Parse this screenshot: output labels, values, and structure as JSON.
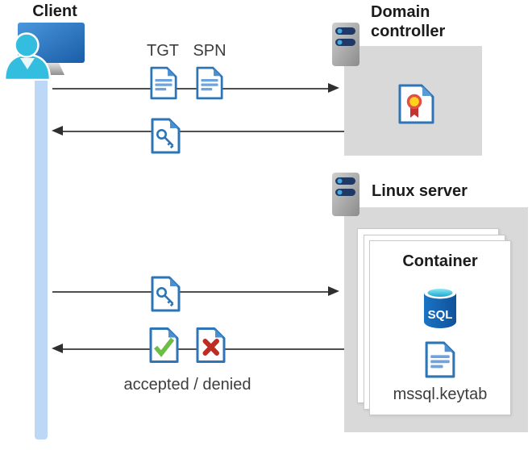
{
  "client": {
    "label": "Client"
  },
  "domain_controller": {
    "label": "Domain controller"
  },
  "linux_server": {
    "label": "Linux server"
  },
  "container": {
    "label": "Container",
    "sql_label": "SQL",
    "keytab_label": "mssql.keytab"
  },
  "messages": {
    "tgt": "TGT",
    "spn": "SPN",
    "accepted_denied": "accepted / denied"
  },
  "icons": {
    "client_computer": "monitor-with-user",
    "domain_controller_server": "server-rack",
    "linux_server_server": "server-rack",
    "tgt_document": "document-file",
    "spn_document": "document-file",
    "key_document": "document-with-key",
    "check_document": "document-with-green-check",
    "cross_document": "document-with-red-x",
    "certificate": "certificate-with-rosette",
    "sql_database": "sql-database-cylinder",
    "keytab_document": "document-file"
  },
  "colors": {
    "text_dark": "#1b1b1b",
    "text_gray": "#3d3d3d",
    "box_gray": "#d9d9d9",
    "lifeline_blue": "#bdd8f6",
    "arrow_gray": "#4f4f4f",
    "doc_border": "#2e75b6",
    "doc_fold": "#4a90d5",
    "doc_lines": "#6fa3db",
    "check_green": "#6cbe45",
    "cross_red": "#be2c24",
    "server_bar_navy": "#1f3864",
    "server_dot_blue": "#45aadf",
    "sql_blue": "#1565b8",
    "sql_cyan": "#2cbde4",
    "cert_yellow": "#ffd21c",
    "cert_red": "#c5332e",
    "monitor_blue_light": "#4a97dc",
    "monitor_blue_dark": "#1a5da8",
    "person_cyan": "#33bee0"
  }
}
